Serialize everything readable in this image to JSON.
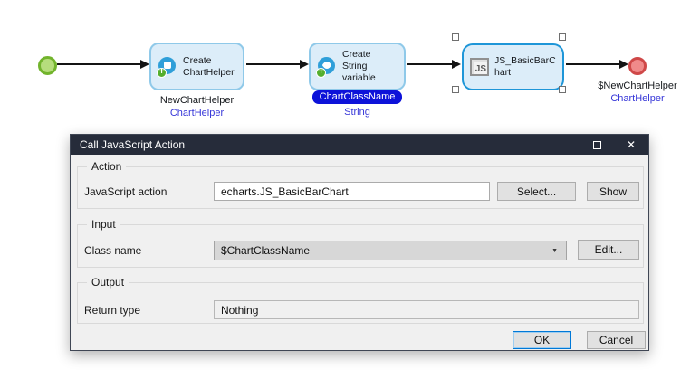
{
  "flow": {
    "node_create_helper": {
      "title": "Create ChartHelper",
      "caption": "NewChartHelper",
      "entity_type": "ChartHelper"
    },
    "node_create_string": {
      "title": "Create String variable",
      "variable_name": "ChartClassName",
      "variable_type": "String"
    },
    "node_js_action": {
      "title": "JS_BasicBarChart"
    },
    "end_event": {
      "caption": "$NewChartHelper",
      "entity_type": "ChartHelper"
    }
  },
  "dialog": {
    "title": "Call JavaScript Action",
    "action_group": {
      "label": "Action",
      "javascript_action_label": "JavaScript action",
      "javascript_action_value": "echarts.JS_BasicBarChart",
      "select_button": "Select...",
      "show_button": "Show"
    },
    "input_group": {
      "label": "Input",
      "class_name_label": "Class name",
      "class_name_value": "$ChartClassName",
      "edit_button": "Edit..."
    },
    "output_group": {
      "label": "Output",
      "return_type_label": "Return type",
      "return_type_value": "Nothing"
    },
    "footer": {
      "ok_button": "OK",
      "cancel_button": "Cancel"
    }
  },
  "icons": {
    "close": "✕",
    "dropdown_arrow": "▼",
    "plus_badge": "+",
    "js_badge": "JS"
  },
  "colors": {
    "title_bar": "#262c3a",
    "node_fill": "#dcedf9",
    "node_border": "#8fc9e9",
    "selected_border": "#1e96d8",
    "start_fill": "#b6dd7c",
    "start_border": "#72b42c",
    "end_fill": "#f08a8a",
    "end_border": "#cf4848",
    "variable_badge": "#0d12d9",
    "type_text": "#3636d8",
    "default_button_border": "#0078d7"
  }
}
